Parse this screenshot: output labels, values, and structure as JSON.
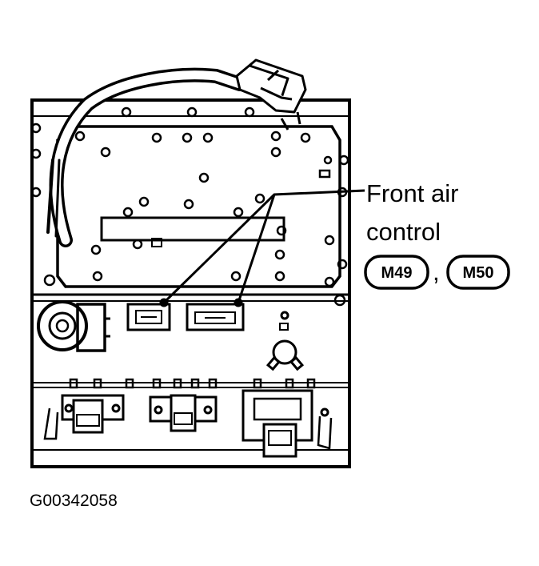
{
  "callout": {
    "line1": "Front air",
    "line2": "control",
    "connectors": [
      "M49",
      "M50"
    ],
    "separator": ","
  },
  "figure_id": "G00342058",
  "colors": {
    "ink": "#000000",
    "paper": "#ffffff"
  }
}
